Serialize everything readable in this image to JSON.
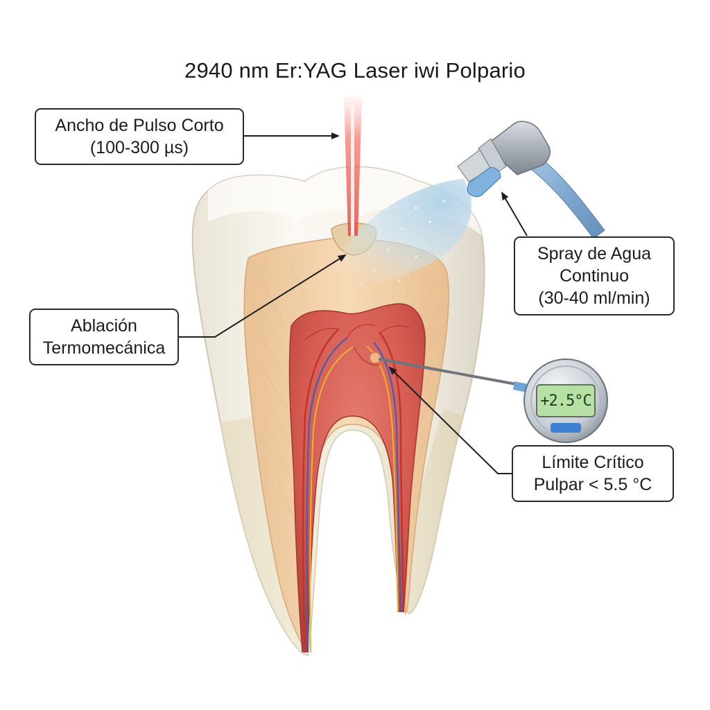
{
  "title": "2940 nm Er:YAG Laser iwi Polpario",
  "callouts": {
    "pulse_width": "Ancho de Pulso Corto\n(100-300 µs)",
    "water_spray": "Spray de Agua\nContinuo\n(30-40 ml/min)",
    "ablation": "Ablación\nTermomecánica",
    "critical_limit": "Límite Crítico\nPulpar < 5.5 °C"
  },
  "thermometer": {
    "readout": "+2.5°C"
  },
  "colors": {
    "laser_beam": "#e8403a",
    "enamel": "#f3efe4",
    "dentin": "#f1cfa6",
    "pulp": "#d8554e",
    "artery": "#c4322c",
    "vein": "#3f5fb0",
    "nerve": "#e8b530",
    "water_spray": "#bcd9ec",
    "handpiece_tip": "#7fb2de",
    "display": "#b7e0a5"
  }
}
